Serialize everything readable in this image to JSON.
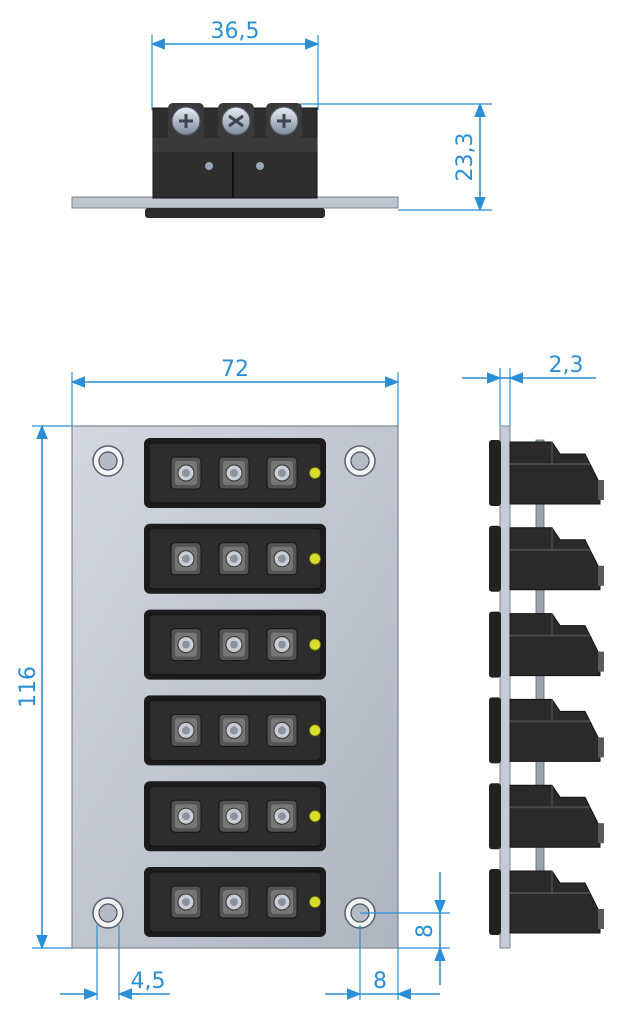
{
  "drawing": {
    "dimensions": {
      "top_width": "36,5",
      "top_height": "23,3",
      "front_width": "72",
      "front_height": "116",
      "side_thickness": "2,3",
      "hole_diameter": "4,5",
      "hole_offset_x": "8",
      "hole_offset_y": "8"
    },
    "module_count": 6,
    "screws_per_module": 3,
    "colors": {
      "dimension": "#2a8fd6",
      "plate": "#c4cad6",
      "plate_edge": "#8a909c",
      "module_body": "#2c2c2c",
      "indicator": "#d8de2a"
    }
  }
}
